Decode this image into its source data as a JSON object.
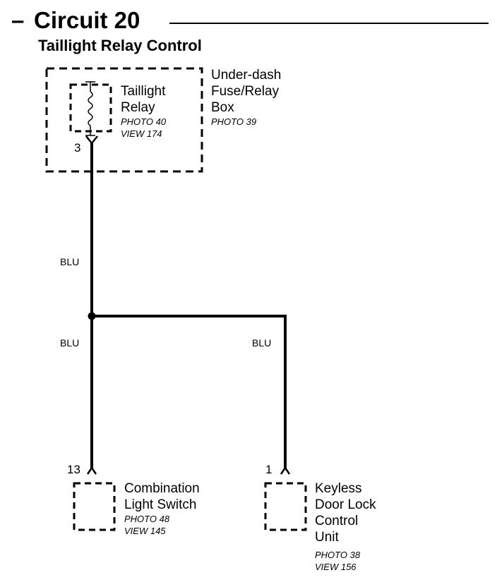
{
  "header": {
    "dash": "–",
    "title": "Circuit 20",
    "subtitle": "Taillight Relay Control"
  },
  "fuse_box": {
    "name_lines": [
      "Under-dash",
      "Fuse/Relay",
      "Box"
    ],
    "photo": "PHOTO 39"
  },
  "relay": {
    "name_lines": [
      "Taillight",
      "Relay"
    ],
    "photo": "PHOTO 40",
    "view": "VIEW 174",
    "pin": "3"
  },
  "wires": {
    "upper": "BLU",
    "left": "BLU",
    "right": "BLU"
  },
  "combination_switch": {
    "name_lines": [
      "Combination",
      "Light Switch"
    ],
    "photo": "PHOTO 48",
    "view": "VIEW 145",
    "pin": "13"
  },
  "keyless_unit": {
    "name_lines": [
      "Keyless",
      "Door Lock",
      "Control",
      "Unit"
    ],
    "photo": "PHOTO 38",
    "view": "VIEW 156",
    "pin": "1"
  }
}
